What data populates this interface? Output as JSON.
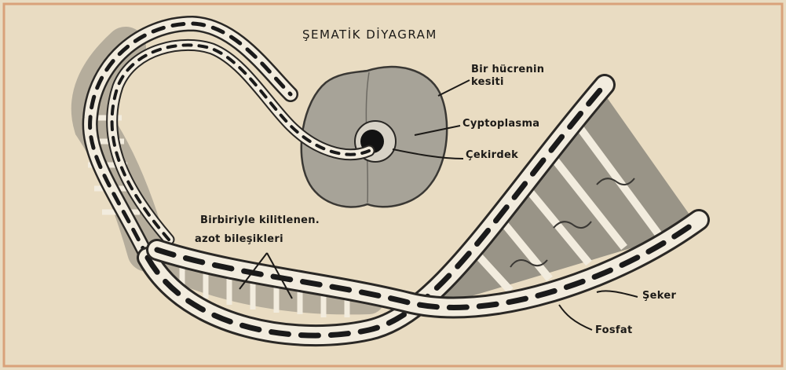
{
  "title": "ŞEMATİK DİYAGRAM",
  "labels": {
    "cell_section_line1": "Bir hücrenin",
    "cell_section_line2": "kesiti",
    "cytoplasm": "Cyptoplasma",
    "nucleus": "Çekirdek",
    "nitrogen_line1": "Birbiriyle kilitlenen.",
    "nitrogen_line2": "azot bileşikleri",
    "sugar": "Şeker",
    "phosphate": "Fosfat"
  },
  "colors": {
    "paper": "#e9dcc2",
    "frame": "#d9a27a",
    "strand": "#f2ecde",
    "strand_mark": "#1a1a1a",
    "cell": "#a7a398",
    "rung": "#8b877d",
    "ink": "#1c1a17"
  }
}
